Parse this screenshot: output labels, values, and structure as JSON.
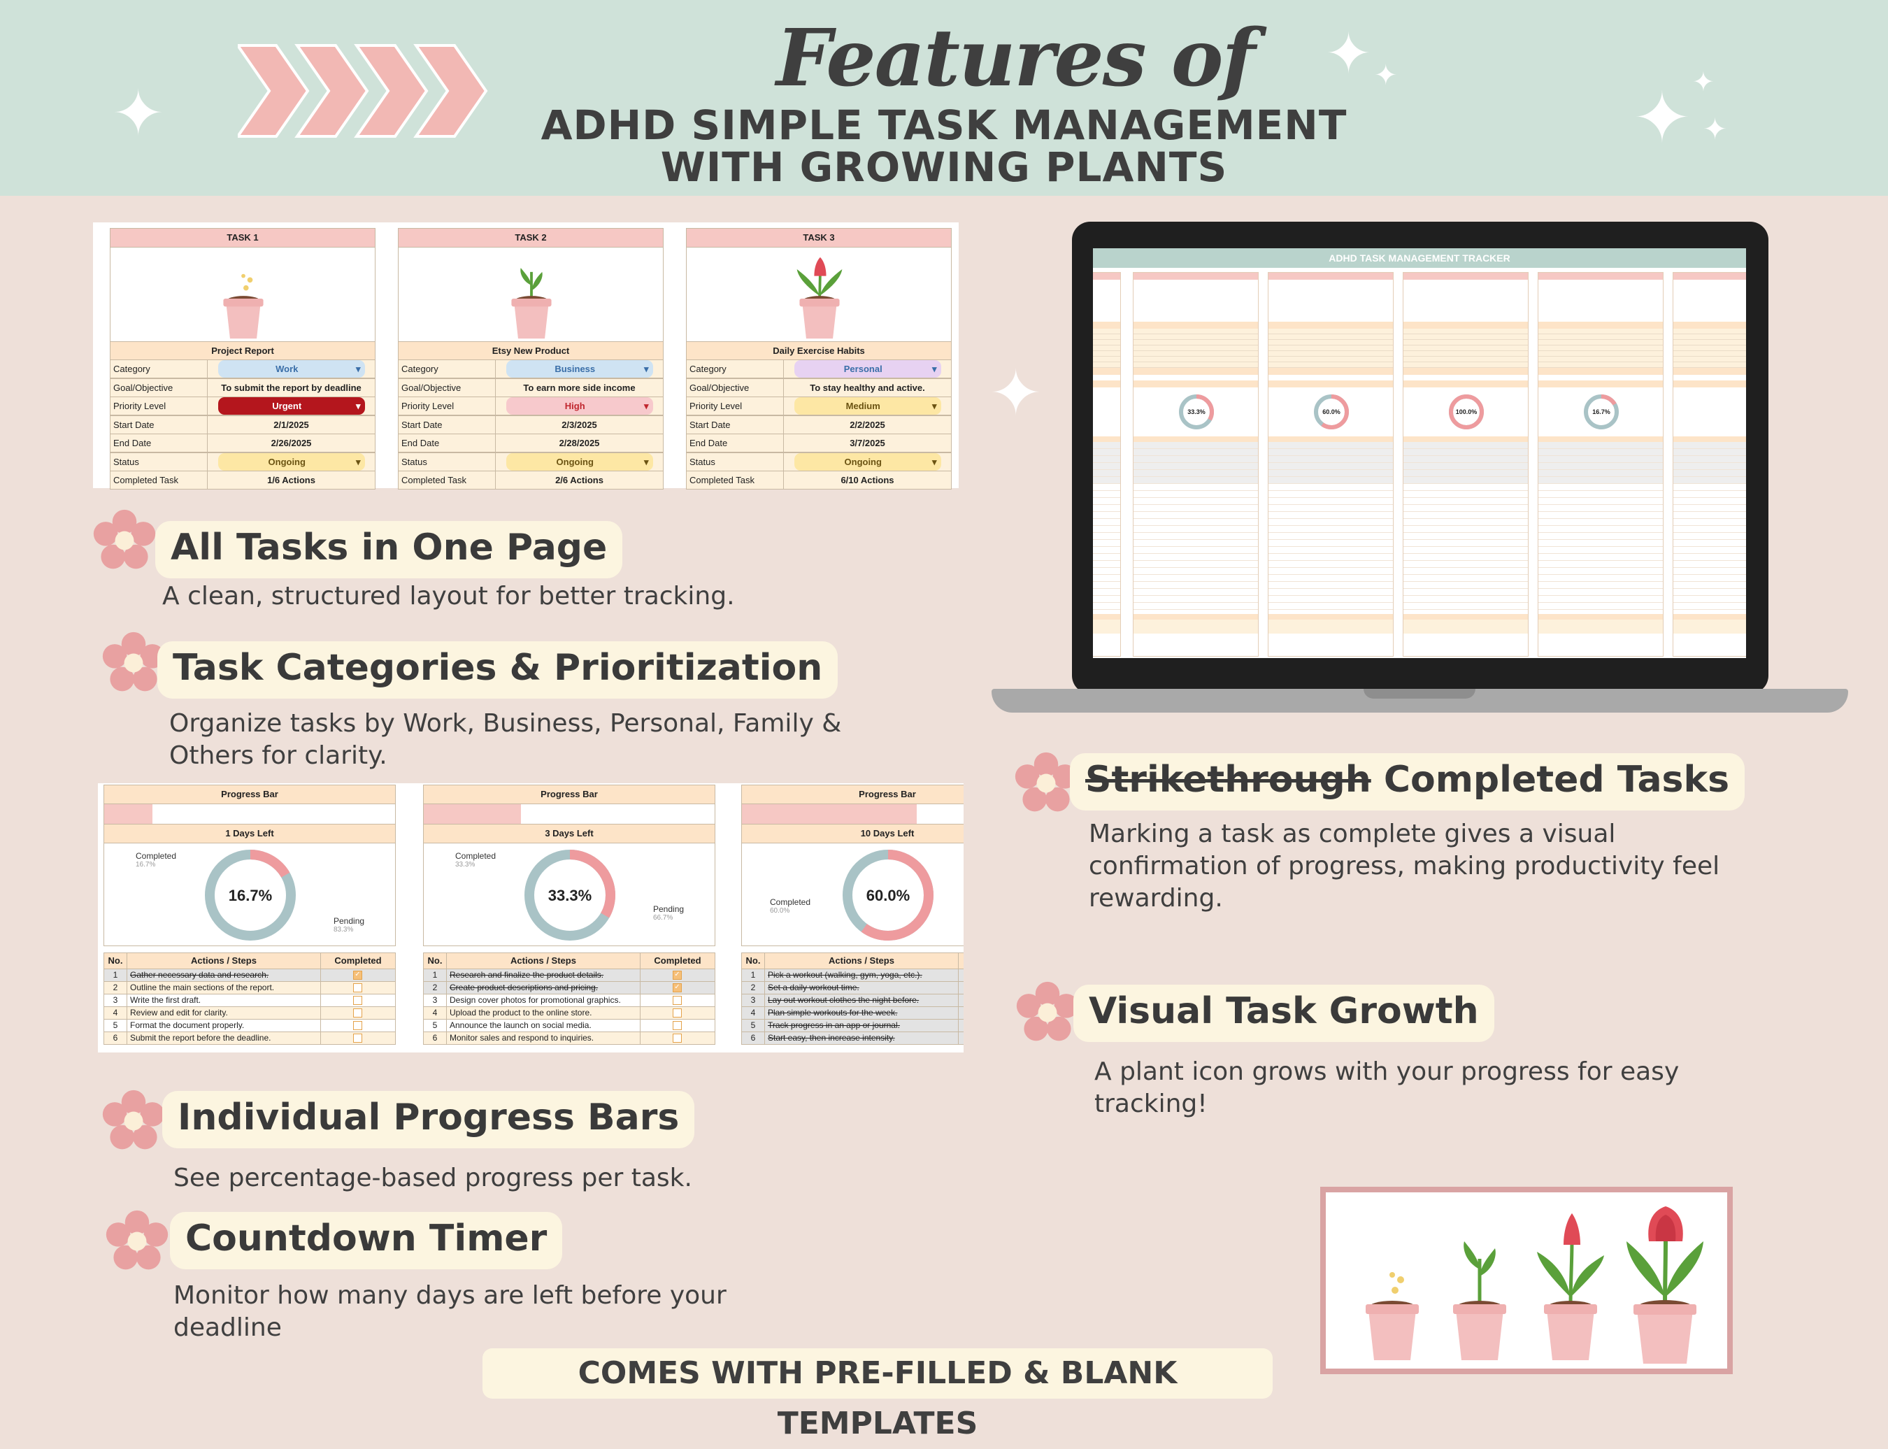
{
  "header": {
    "script_title": "Features of",
    "title_line1": "ADHD SIMPLE TASK MANAGEMENT",
    "title_line2": "WITH GROWING PLANTS"
  },
  "colors": {
    "header_bg": "#cfe2d9",
    "page_bg": "#eee0d9",
    "flower_pink": "#e8a1a1",
    "label_bg": "#fcf5e0",
    "sheet_header": "#f6c8c4",
    "sheet_peach": "#fde4c8"
  },
  "task_cards": {
    "row_labels": [
      "Category",
      "Goal/Objective",
      "Priority Level",
      "Start Date",
      "End Date",
      "Status",
      "Completed Task"
    ],
    "cards": [
      {
        "header": "TASK 1",
        "name": "Project Report",
        "category": "Work",
        "goal": "To submit the report by deadline",
        "priority": "Urgent",
        "start": "2/1/2025",
        "end": "2/26/2025",
        "status": "Ongoing",
        "completed": "1/6 Actions",
        "cat_color": "#cfe3f3",
        "pri_color": "#b4161d",
        "pri_text_color": "#ffffff"
      },
      {
        "header": "TASK 2",
        "name": "Etsy New Product",
        "category": "Business",
        "goal": "To earn more side income",
        "priority": "High",
        "start": "2/3/2025",
        "end": "2/28/2025",
        "status": "Ongoing",
        "completed": "2/6 Actions",
        "cat_color": "#cfe3f3",
        "pri_color": "#f7c9cc",
        "pri_text_color": "#c0262e"
      },
      {
        "header": "TASK 3",
        "name": "Daily Exercise Habits",
        "category": "Personal",
        "goal": "To stay healthy and active.",
        "priority": "Medium",
        "start": "2/2/2025",
        "end": "3/7/2025",
        "status": "Ongoing",
        "completed": "6/10 Actions",
        "cat_color": "#e7d2f2",
        "pri_color": "#fde7a4",
        "pri_text_color": "#6b5312"
      }
    ]
  },
  "progress_cards": {
    "progress_label": "Progress Bar",
    "completed_label": "Completed",
    "pending_label": "Pending",
    "col_no": "No.",
    "col_actions": "Actions / Steps",
    "col_completed": "Completed",
    "cards": [
      {
        "days_left": "1 Days Left",
        "percent": "16.7%",
        "completed_value": "16.7%",
        "pending_value": "83.3%",
        "fraction": 0.167,
        "steps": [
          "Gather necessary data and research.",
          "Outline the main sections of the report.",
          "Write the first draft.",
          "Review and edit for clarity.",
          "Format the document properly.",
          "Submit the report before the deadline."
        ],
        "done": [
          true,
          false,
          false,
          false,
          false,
          false
        ]
      },
      {
        "days_left": "3 Days Left",
        "percent": "33.3%",
        "completed_value": "33.3%",
        "pending_value": "66.7%",
        "fraction": 0.333,
        "steps": [
          "Research and finalize the product details.",
          "Create product descriptions and pricing.",
          "Design cover photos for promotional graphics.",
          "Upload the product to the online store.",
          "Announce the launch on social media.",
          "Monitor sales and respond to inquiries."
        ],
        "done": [
          true,
          true,
          false,
          false,
          false,
          false
        ]
      },
      {
        "days_left": "10 Days Left",
        "percent": "60.0%",
        "completed_value": "60.0%",
        "pending_value": "",
        "fraction": 0.6,
        "steps": [
          "Pick a workout (walking, gym, yoga, etc.).",
          "Set a daily workout time.",
          "Lay out workout clothes the night before.",
          "Plan simple workouts for the week.",
          "Track progress in an app or journal.",
          "Start easy, then increase intensity."
        ],
        "done": [
          true,
          true,
          true,
          true,
          true,
          true
        ]
      }
    ]
  },
  "laptop": {
    "tracker_title": "ADHD TASK MANAGEMENT TRACKER",
    "percents": [
      "33.3%",
      "60.0%",
      "100.0%",
      "16.7%"
    ]
  },
  "features": {
    "f1": {
      "title": "All Tasks in One Page",
      "desc": "A clean, structured layout for better tracking."
    },
    "f2": {
      "title": "Task Categories & Prioritization",
      "desc1": "Organize tasks by Work, Business, Personal, Family &",
      "desc2": "Others for clarity."
    },
    "f3": {
      "title_strike": "Strikethrough",
      "title_rest": " Completed Tasks",
      "desc1": "Marking a task as complete gives a visual",
      "desc2": "confirmation of progress, making productivity feel",
      "desc3": "rewarding."
    },
    "f4": {
      "title": "Visual Task Growth",
      "desc1": "A plant icon grows with your progress for easy",
      "desc2": "tracking!"
    },
    "f5": {
      "title": "Individual Progress Bars",
      "desc": "See percentage-based progress per task."
    },
    "f6": {
      "title": "Countdown Timer",
      "desc1": "Monitor  how many days are left before your",
      "desc2": "deadline"
    }
  },
  "footer": {
    "banner": "COMES WITH PRE-FILLED & BLANK TEMPLATES"
  }
}
